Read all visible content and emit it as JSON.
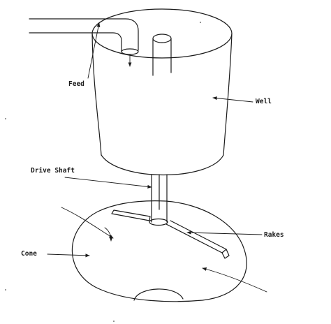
{
  "labels": {
    "feed": "Feed",
    "well": "Well",
    "drive_shaft": "Drive Shaft",
    "rakes": "Rakes",
    "cone": "Cone"
  },
  "colors": {
    "ink": "#1a1a1a",
    "background": "#ffffff"
  }
}
